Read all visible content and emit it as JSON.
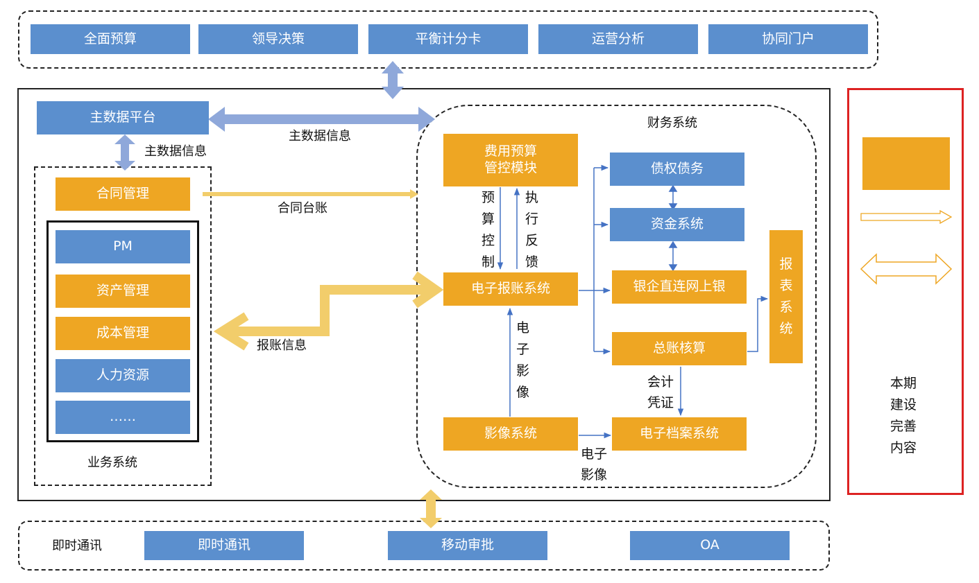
{
  "top_bar": {
    "items": [
      "全面预算",
      "领导决策",
      "平衡计分卡",
      "运营分析",
      "协同门户"
    ]
  },
  "master_data": {
    "platform": "主数据平台",
    "info_label_left": "主数据信息",
    "info_label_mid": "主数据信息"
  },
  "business_system": {
    "title": "业务系统",
    "contract": "合同管理",
    "items": [
      "PM",
      "资产管理",
      "成本管理",
      "人力资源",
      "……"
    ],
    "contract_flow_label": "合同台账",
    "expense_flow_label": "报账信息"
  },
  "finance_system": {
    "title": "财务系统",
    "budget_module": "费用预算\n管控模块",
    "budget_control": [
      "预",
      "算",
      "控",
      "制"
    ],
    "exec_feedback": [
      "执",
      "行",
      "反",
      "馈"
    ],
    "expense_system": "电子报账系统",
    "electronic_image_v": [
      "电",
      "子",
      "影",
      "像"
    ],
    "image_system": "影像系统",
    "electronic_image_h": "电子\n影像",
    "archive_system": "电子档案系统",
    "debt": "债权债务",
    "fund": "资金系统",
    "bank": "银企直连网上银",
    "ledger": "总账核算",
    "voucher": "会计\n凭证",
    "report": [
      "报",
      "表",
      "系",
      "统"
    ]
  },
  "bottom_bar": {
    "label": "即时通讯",
    "items": [
      "即时通讯",
      "移动审批",
      "OA"
    ]
  },
  "legend": {
    "title": "本期\n建设\n完善\n内容"
  },
  "colors": {
    "blue": "#5b8fce",
    "orange": "#eea623",
    "light_blue_arrow": "#8fa8da",
    "light_orange_arrow": "#f2cd6b",
    "legend_border": "#dd2222"
  }
}
